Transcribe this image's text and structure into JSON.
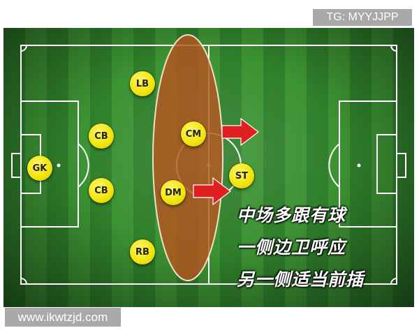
{
  "watermark_top": "TG: MYYJJPP",
  "watermark_bottom": "www.ikwtzjd.com",
  "players": {
    "gk": "GK",
    "cb_top": "CB",
    "cb_bottom": "CB",
    "lb": "LB",
    "rb": "RB",
    "cm": "CM",
    "dm": "DM",
    "st": "ST"
  },
  "caption": {
    "line1": "中场多跟有球",
    "line2": "一侧边卫呼应",
    "line3": "另一侧适当前插"
  },
  "colors": {
    "player": "#f2e60f",
    "highlight_zone": "#b5541e",
    "arrow": "#e02020",
    "pitch_line": "#ffffff"
  }
}
